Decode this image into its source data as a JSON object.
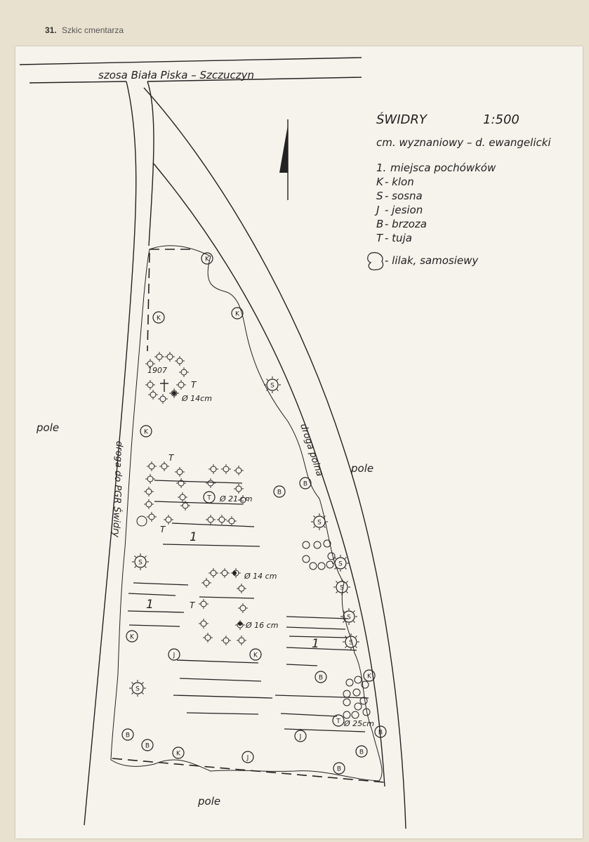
{
  "header": {
    "number": "31.",
    "title": "Szkic cmentarza"
  },
  "map": {
    "road_label": "szosa Biała Piska – Szczuczyn",
    "place": "ŚWIDRY",
    "scale": "1:500",
    "subtitle": "cm. wyznaniowy – d. ewangelicki",
    "legend": [
      {
        "key": "1.",
        "text": "miejsca pochówków"
      },
      {
        "key": "K",
        "text": "- klon"
      },
      {
        "key": "S",
        "text": "- sosna"
      },
      {
        "key": "J",
        "text": "- jesion"
      },
      {
        "key": "B",
        "text": "- brzoza"
      },
      {
        "key": "T",
        "text": "- tuja"
      },
      {
        "key": "lilak-symbol",
        "text": "- lilak, samosiewy"
      }
    ],
    "field_labels": {
      "west": "pole",
      "east": "pole",
      "south": "pole"
    },
    "path_labels": {
      "west": "droga do PGR Świdry",
      "east": "droga polna"
    },
    "annotations": {
      "year": "1907",
      "d1": "Ø 14cm",
      "d2": "Ø 21 cm",
      "d3": "Ø 14 cm",
      "d4": "Ø 16 cm",
      "d5": "Ø 25cm",
      "grave_label": "1",
      "tuja": "T"
    },
    "tree_letters": {
      "klon": "K",
      "sosna": "S",
      "jesion": "J",
      "brzoza": "B",
      "tuja": "T"
    },
    "north_arrow": "north-arrow-icon"
  }
}
